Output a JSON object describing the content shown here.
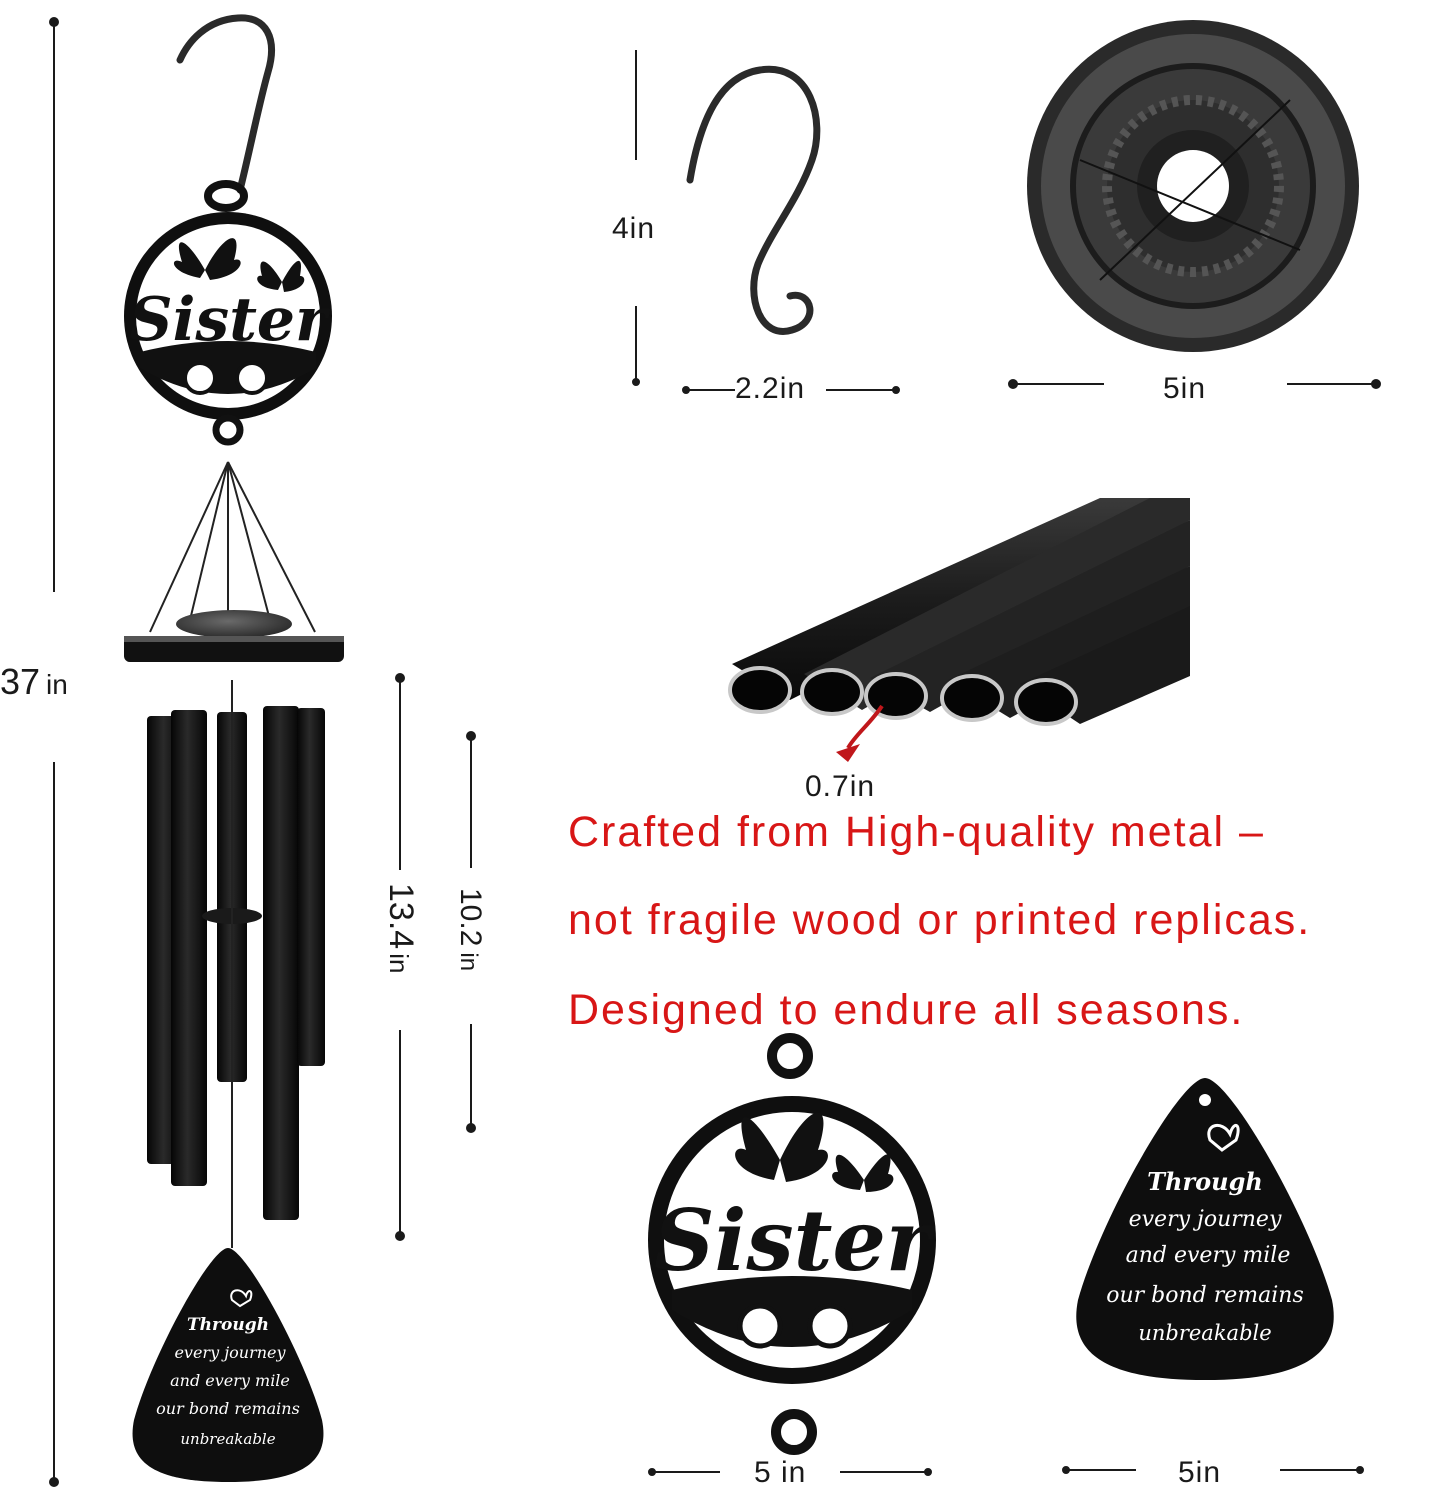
{
  "product": {
    "ornament_word": "Sister",
    "plaque_lines": [
      "Through",
      "every journey",
      "and every mile",
      "our bond remains",
      "unbreakable"
    ]
  },
  "dimensions": {
    "total_length": {
      "value": "37",
      "unit": "in"
    },
    "hook_height": "4in",
    "hook_width": "2.2in",
    "top_diameter": "5in",
    "tube_diameter": "0.7in",
    "longest_tube": {
      "value": "13.4",
      "unit": "in"
    },
    "shortest_tube": {
      "value": "10.2",
      "unit": "in"
    },
    "ornament_width": "5 in",
    "plaque_width": "5in"
  },
  "tagline": {
    "line1": "Crafted from High-quality metal –",
    "line2": "not fragile wood or printed replicas.",
    "line3": "Designed to endure all seasons."
  },
  "colors": {
    "tagline": "#d81616",
    "metal": "#141414",
    "text": "#1a1a1a"
  }
}
